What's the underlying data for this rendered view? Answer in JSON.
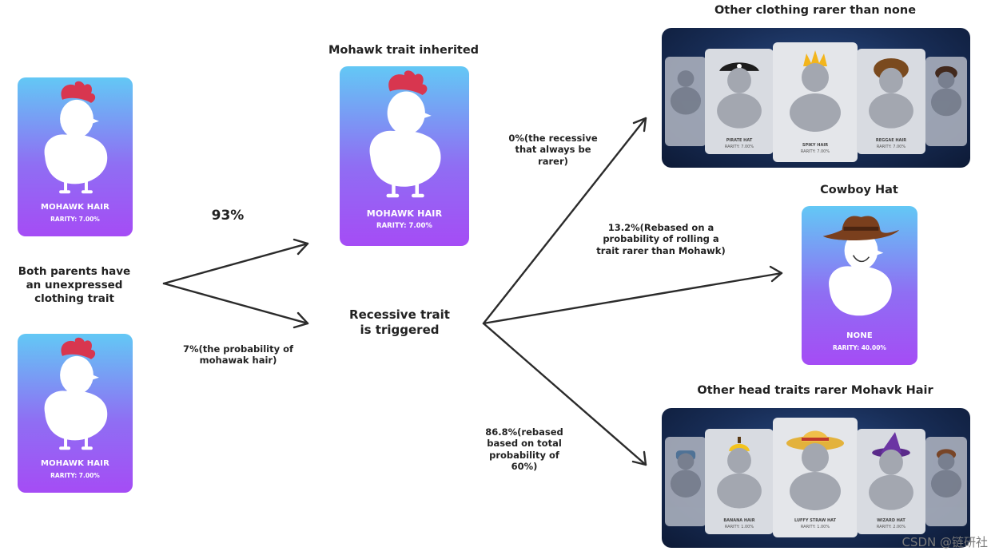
{
  "cards": {
    "parent_top": {
      "name": "MOHAWK HAIR",
      "rarity": "RARITY: 7.00%"
    },
    "parent_bottom": {
      "name": "MOHAWK HAIR",
      "rarity": "RARITY: 7.00%"
    },
    "inherited": {
      "name": "MOHAWK HAIR",
      "rarity": "RARITY: 7.00%"
    },
    "cowboy": {
      "name": "NONE",
      "rarity": "RARITY: 40.00%"
    }
  },
  "labels": {
    "parents": "Both parents have an unexpressed clothing trait",
    "pct_93": "93%",
    "pct_7": "7%(the probability of mohawak hair)",
    "mohawk_title": "Mohawk trait inherited",
    "recessive": "Recessive trait is triggered",
    "pct_0": "0%(the recessive that always be rarer)",
    "pct_13": "13.2%(Rebased on a probability of rolling a trait rarer than Mohawk)",
    "pct_86": "86.8%(rebased based on total probability of 60%)",
    "other_clothing_title": "Other clothing rarer than none",
    "cowboy_title": "Cowboy Hat",
    "other_head_title": "Other head traits rarer Mohavk Hair"
  },
  "clothing_panel": [
    {
      "name": "",
      "rarity": ""
    },
    {
      "name": "PIRATE HAT",
      "rarity": "RARITY: 7.00%"
    },
    {
      "name": "SPIKY HAIR",
      "rarity": "RARITY: 7.00%"
    },
    {
      "name": "REGGAE HAIR",
      "rarity": "RARITY: 7.00%"
    },
    {
      "name": "",
      "rarity": ""
    }
  ],
  "head_panel": [
    {
      "name": "",
      "rarity": ""
    },
    {
      "name": "BANANA HAIR",
      "rarity": "RARITY: 1.00%"
    },
    {
      "name": "LUFFY STRAW HAT",
      "rarity": "RARITY: 1.00%"
    },
    {
      "name": "WIZARD HAT",
      "rarity": "RARITY: 2.00%"
    },
    {
      "name": "",
      "rarity": ""
    }
  ],
  "watermark": "CSDN @链研社",
  "colors": {
    "card_top": "#63c8f5",
    "card_bottom": "#a54cf5",
    "mohawk": "#d8364f",
    "panel": "#182d56"
  }
}
